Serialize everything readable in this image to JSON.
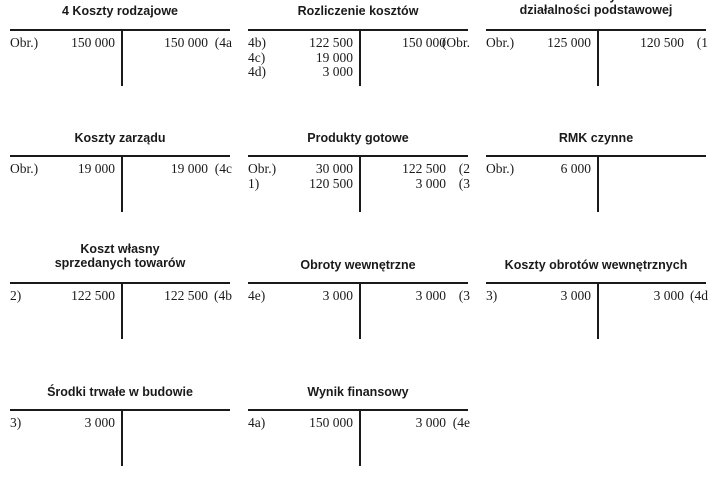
{
  "accounts": [
    {
      "id": "koszty-rodzajowe",
      "title": [
        "4 Koszty rodzajowe"
      ],
      "debit": [
        {
          "label": "Obr.)",
          "amount": "150 000"
        }
      ],
      "credit": [
        {
          "amount": "150 000",
          "label": "(4a"
        }
      ]
    },
    {
      "id": "rozliczenie-kosztow",
      "title": [
        "Rozliczenie kosztów"
      ],
      "debit": [
        {
          "label": "4b)",
          "amount": "122 500"
        },
        {
          "label": "4c)",
          "amount": "19 000"
        },
        {
          "label": "4d)",
          "amount": "3 000"
        }
      ],
      "credit": [
        {
          "amount": "150 000",
          "label": "(Obr."
        }
      ]
    },
    {
      "id": "koszty-dzialalnosci-podstawowej",
      "title": [
        "Koszty",
        "działalności podstawowej"
      ],
      "debit": [
        {
          "label": "Obr.)",
          "amount": "125 000"
        }
      ],
      "credit": [
        {
          "amount": "120 500",
          "label": "(1"
        }
      ]
    },
    {
      "id": "koszty-zarzadu",
      "title": [
        "Koszty zarządu"
      ],
      "debit": [
        {
          "label": "Obr.)",
          "amount": "19 000"
        }
      ],
      "credit": [
        {
          "amount": "19 000",
          "label": "(4c"
        }
      ]
    },
    {
      "id": "produkty-gotowe",
      "title": [
        "Produkty gotowe"
      ],
      "debit": [
        {
          "label": "Obr.)",
          "amount": "30 000"
        },
        {
          "label": "1)",
          "amount": "120 500"
        }
      ],
      "credit": [
        {
          "amount": "122 500",
          "label": "(2"
        },
        {
          "amount": "3 000",
          "label": "(3"
        }
      ]
    },
    {
      "id": "rmk-czynne",
      "title": [
        "RMK czynne"
      ],
      "debit": [
        {
          "label": "Obr.)",
          "amount": "6 000"
        }
      ],
      "credit": []
    },
    {
      "id": "koszt-wlasny-sprzedanych-towarow",
      "title": [
        "Koszt własny",
        "sprzedanych towarów"
      ],
      "debit": [
        {
          "label": "2)",
          "amount": "122 500"
        }
      ],
      "credit": [
        {
          "amount": "122 500",
          "label": "(4b"
        }
      ]
    },
    {
      "id": "obroty-wewnetrzne",
      "title": [
        "Obroty wewnętrzne"
      ],
      "debit": [
        {
          "label": "4e)",
          "amount": "3 000"
        }
      ],
      "credit": [
        {
          "amount": "3 000",
          "label": "(3"
        }
      ]
    },
    {
      "id": "koszty-obrotow-wewnetrznych",
      "title": [
        "Koszty obrotów wewnętrznych"
      ],
      "debit": [
        {
          "label": "3)",
          "amount": "3 000"
        }
      ],
      "credit": [
        {
          "amount": "3 000",
          "label": "(4d"
        }
      ]
    },
    {
      "id": "srodki-trwale-w-budowie",
      "title": [
        "Środki trwałe w budowie"
      ],
      "debit": [
        {
          "label": "3)",
          "amount": "3 000"
        }
      ],
      "credit": []
    },
    {
      "id": "wynik-finansowy",
      "title": [
        "Wynik finansowy"
      ],
      "debit": [
        {
          "label": "4a)",
          "amount": "150 000"
        }
      ],
      "credit": [
        {
          "amount": "3 000",
          "label": "(4e"
        }
      ]
    }
  ]
}
